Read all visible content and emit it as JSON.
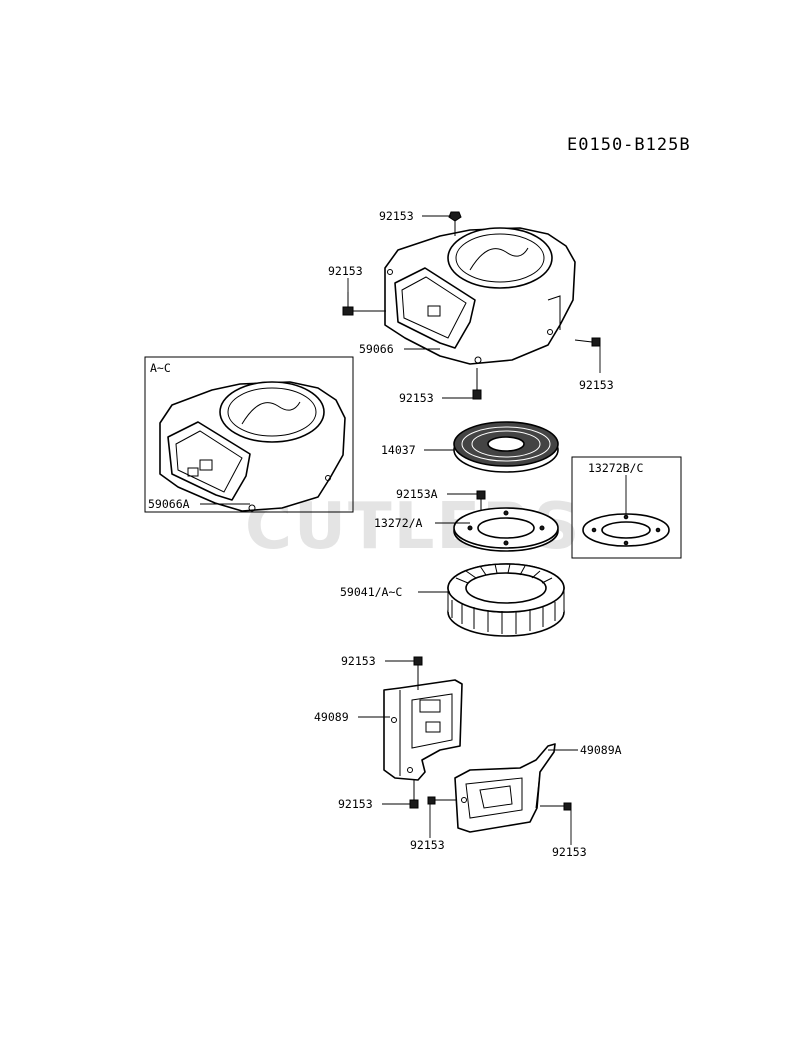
{
  "diagram_code": "E0150-B125B",
  "watermark": "CUTLERS",
  "parts": {
    "bolt_top": "92153",
    "bolt_left": "92153",
    "housing": "59066",
    "bolt_right": "92153",
    "bolt_under_housing": "92153",
    "inset_housing_box": "A~C",
    "inset_housing": "59066A",
    "screen": "14037",
    "bolt_plate": "92153A",
    "plate": "13272/A",
    "inset_plate_box": "13272B/C",
    "fan": "59041/A~C",
    "bolt_cover_top": "92153",
    "cover_left": "49089",
    "cover_right": "49089A",
    "bolt_cover_bl": "92153",
    "bolt_cover_bm": "92153",
    "bolt_cover_br": "92153"
  }
}
